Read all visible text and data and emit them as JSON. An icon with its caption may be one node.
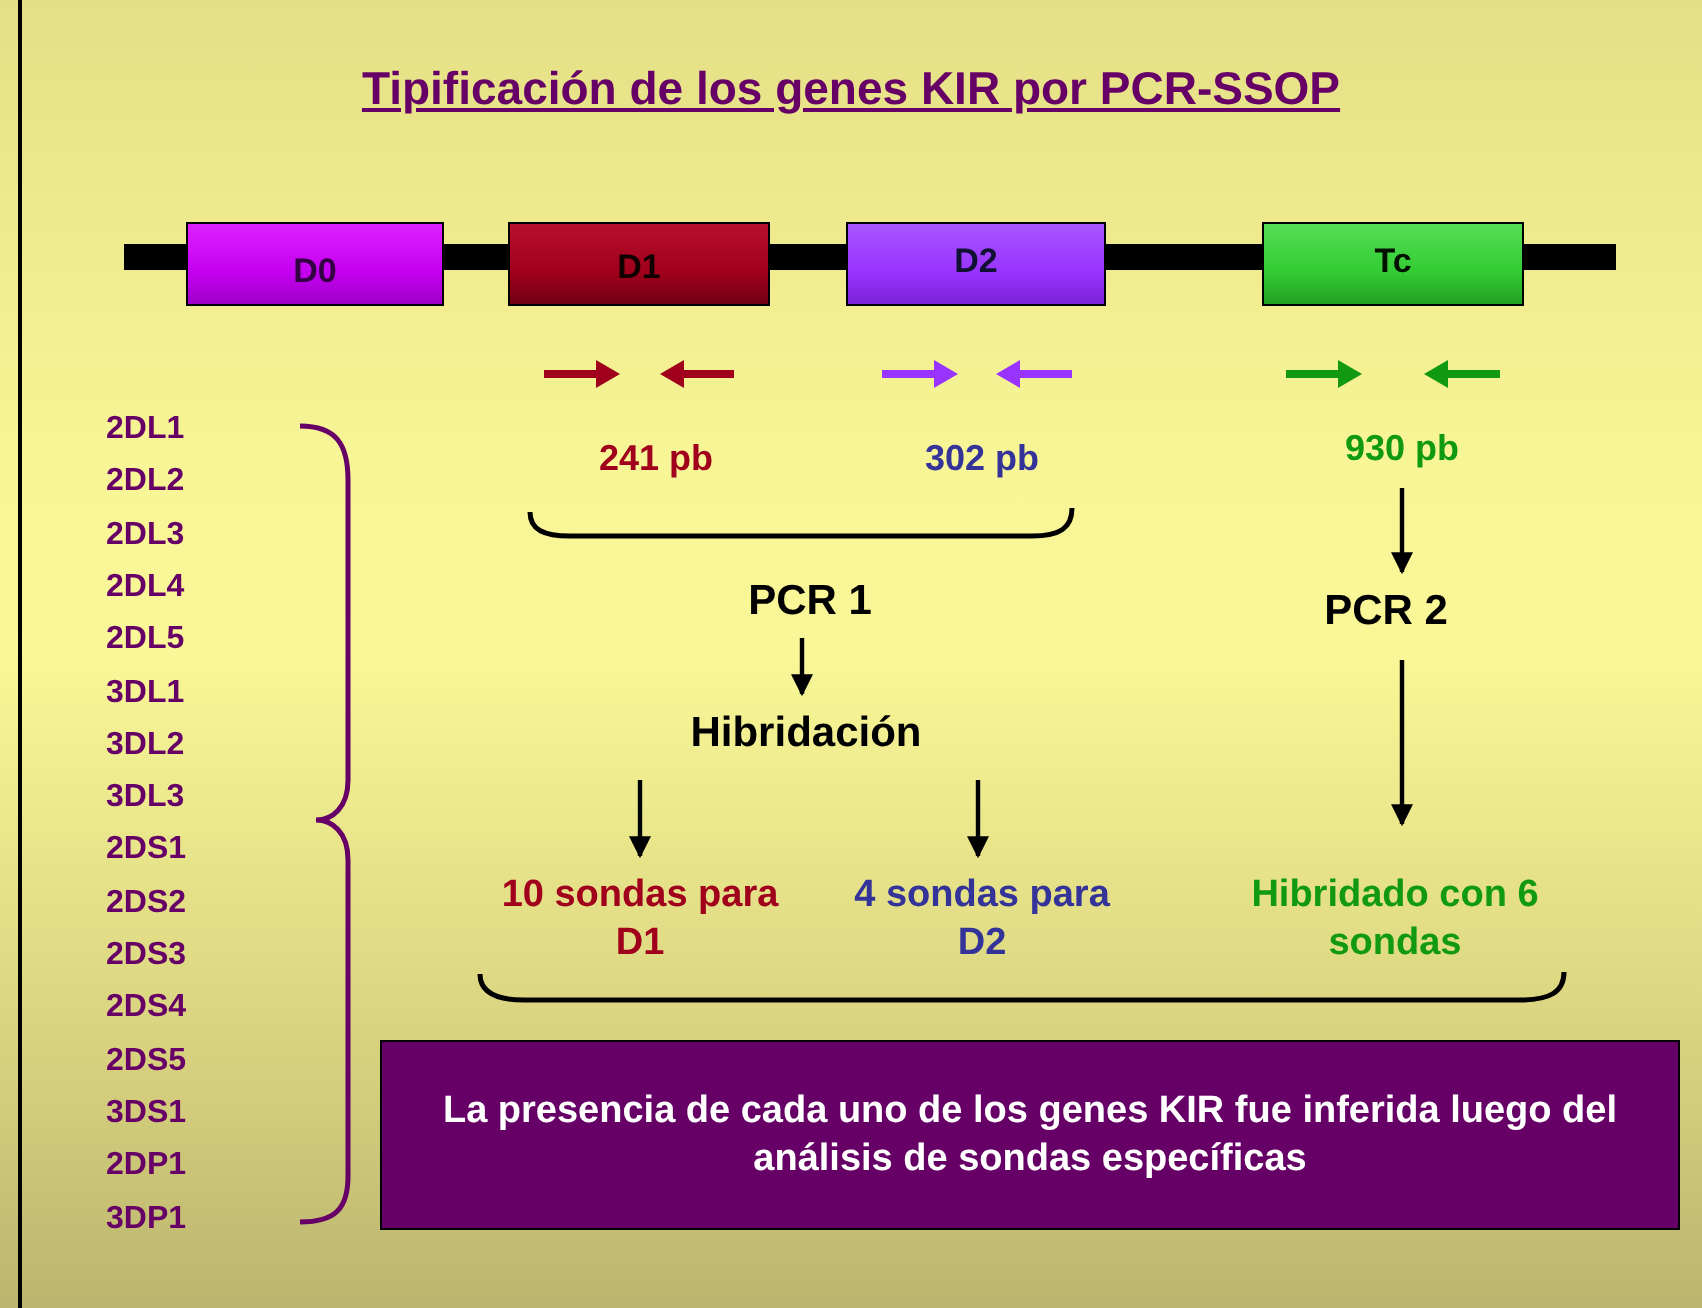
{
  "diagram": {
    "title": "Tipificación de los genes KIR por PCR-SSOP",
    "nodes": [
      {
        "text": [
          "D0"
        ]
      },
      {
        "text": [
          "D1"
        ]
      },
      {
        "text": [
          "D2"
        ]
      },
      {
        "text": [
          "Tc"
        ]
      },
      {
        "text": [
          "241 pb"
        ]
      },
      {
        "text": [
          "302 pb"
        ]
      },
      {
        "text": [
          "930 pb"
        ]
      },
      {
        "text": [
          "PCR 1"
        ]
      },
      {
        "text": [
          "PCR 2"
        ]
      },
      {
        "text": [
          "Hibridación"
        ]
      },
      {
        "text": [
          "10 sondas para D1"
        ]
      },
      {
        "text": [
          "4 sondas para D2"
        ]
      },
      {
        "text": [
          "Hibridado con 6 sondas"
        ]
      },
      {
        "text": [
          "La presencia de cada uno de los genes KIR fue inferida luego del análisis de sondas específicas"
        ]
      }
    ],
    "edges": [
      {
        "from": 6,
        "to": 8,
        "arrow": "to"
      },
      {
        "from": 7,
        "to": 9,
        "arrow": "to"
      },
      {
        "from": 9,
        "to": 10,
        "arrow": "to"
      },
      {
        "from": 9,
        "to": 11,
        "arrow": "to"
      },
      {
        "from": 8,
        "to": 12,
        "arrow": "to"
      }
    ],
    "labels": [
      "2DL1",
      "2DL2",
      "2DL3",
      "2DL4",
      "2DL5",
      "3DL1",
      "3DL2",
      "3DL3",
      "2DS1",
      "2DS2",
      "2DS3",
      "2DS4",
      "2DS5",
      "3DS1",
      "2DP1",
      "3DP1"
    ]
  }
}
